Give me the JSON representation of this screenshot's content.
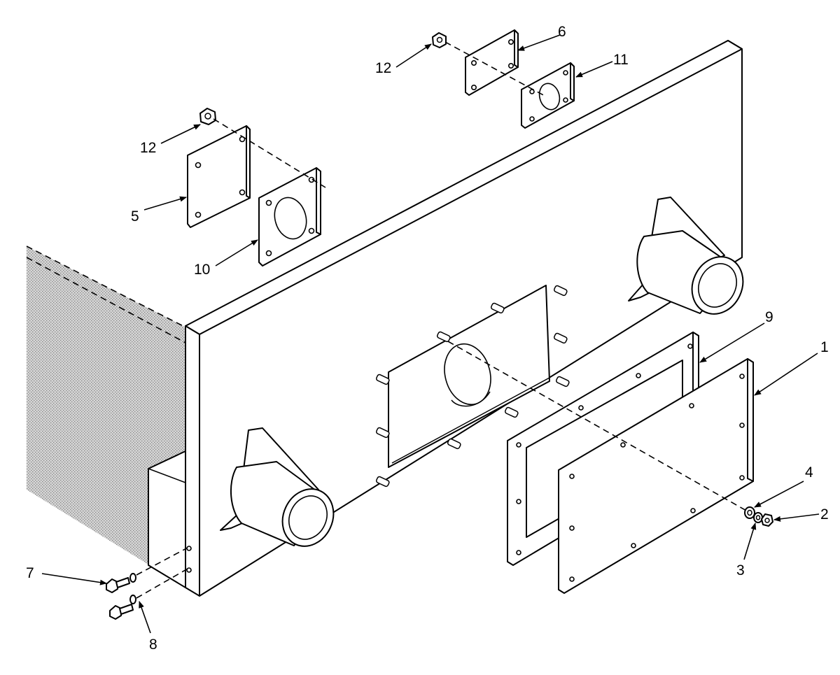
{
  "callouts": [
    {
      "id": "1",
      "label": "1"
    },
    {
      "id": "2",
      "label": "2"
    },
    {
      "id": "3",
      "label": "3"
    },
    {
      "id": "4",
      "label": "4"
    },
    {
      "id": "5",
      "label": "5"
    },
    {
      "id": "6",
      "label": "6"
    },
    {
      "id": "7",
      "label": "7"
    },
    {
      "id": "8",
      "label": "8"
    },
    {
      "id": "9",
      "label": "9"
    },
    {
      "id": "10",
      "label": "10"
    },
    {
      "id": "11",
      "label": "11"
    },
    {
      "id": "12a",
      "label": "12"
    },
    {
      "id": "12b",
      "label": "12"
    }
  ]
}
